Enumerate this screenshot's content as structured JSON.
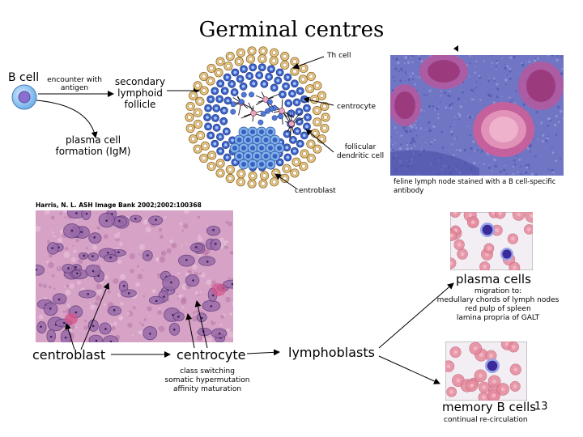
{
  "title": "Germinal centres",
  "flow": {
    "b_cell": "B cell",
    "encounter": "encounter with\nantigen",
    "secondary": "secondary\nlymphoid\nfollicle",
    "plasma_formation": "plasma cell\nformation (IgM)"
  },
  "follicle_labels": {
    "th": "Th cell",
    "centrocyte": "centrocyte",
    "fdc": "follicular\ndendritic cell",
    "centroblast": "centroblast"
  },
  "lymph_caption": "feline lymph node stained with a B cell-specific\nantibody",
  "credit": "Harris, N. L. ASH Image Bank 2002;2002:100368",
  "bottom": {
    "centroblast": "centroblast",
    "centrocyte": "centrocyte",
    "centrocyte_notes": "class switching\nsomatic hypermutation\naffinity maturation",
    "lymphoblasts": "lymphoblasts"
  },
  "plasma": {
    "label": "plasma cells",
    "notes": "migration to:\nmedullary chords of lymph nodes\nred pulp of spleen\nlamina propria of GALT"
  },
  "memory": {
    "label": "memory B cells",
    "notes": "continual re-circulation"
  },
  "page_number": "13",
  "colors": {
    "b_cell_fill": "#6fb0e8",
    "b_cell_nucleus": "#8a6fd0",
    "outer_ring": "#e6c27a",
    "cell_blue": "#3a6fd8",
    "stain_bg": "#6f78c8",
    "stain_follicle": "#c8609a",
    "he_bg": "#d9a6c8",
    "blood_bg": "#f4eef2",
    "rbc": "#e07a8c"
  }
}
